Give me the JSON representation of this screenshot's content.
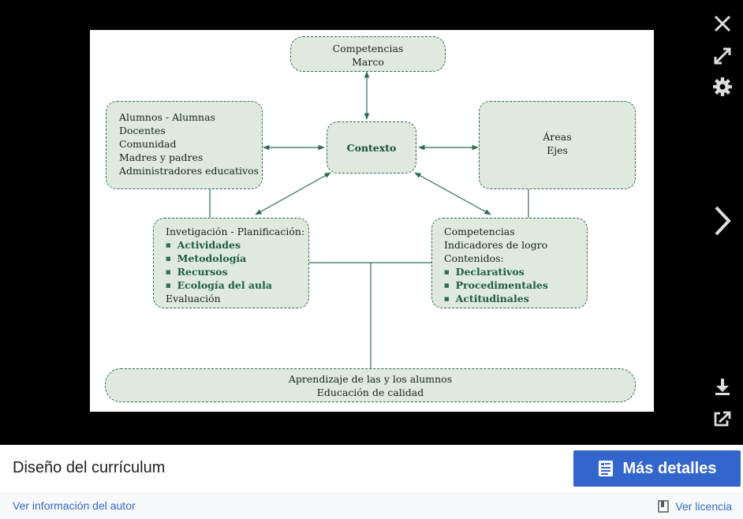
{
  "diagram": {
    "marco": [
      "Competencias",
      "Marco"
    ],
    "actores": [
      "Alumnos - Alumnas",
      "Docentes",
      "Comunidad",
      "Madres y padres",
      "Administradores educativos"
    ],
    "contexto": "Contexto",
    "areas": [
      "Áreas",
      "Ejes"
    ],
    "investigacion": {
      "heading": "Invetigación - Planificación:",
      "bullets": [
        "Actividades",
        "Metodología",
        "Recursos",
        "Ecología del aula"
      ],
      "footer": "Evaluación"
    },
    "competencias": {
      "lines": [
        "Competencias",
        "Indicadores de logro",
        "Contenidos:"
      ],
      "bullets": [
        "Declarativos",
        "Procedimentales",
        "Actitudinales"
      ]
    },
    "aprendizaje": [
      "Aprendizaje de las y los alumnos",
      "Educación de calidad"
    ]
  },
  "sidebar_icons": [
    "close-icon",
    "expand-icon",
    "gear-icon",
    "chevron-right-icon",
    "download-icon",
    "share-icon"
  ],
  "footer": {
    "title": "Diseño del currículum",
    "more_button": "Más detalles",
    "author_link": "Ver información del autor",
    "license_link": "Ver licencia"
  },
  "colors": {
    "node_fill": "#dfe9e0",
    "node_border": "#2f6e52",
    "button": "#3366cc",
    "link": "#3366cc"
  }
}
